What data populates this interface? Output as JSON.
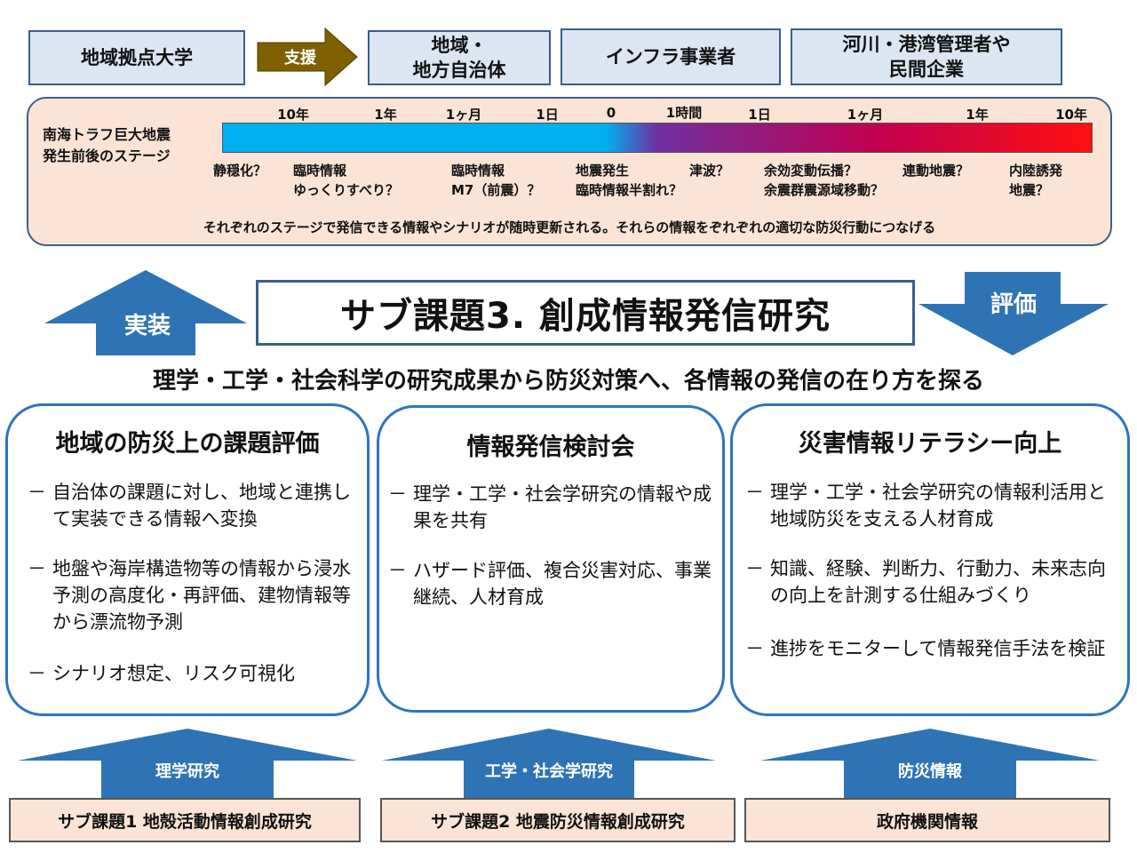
{
  "top_boxes": [
    {
      "label": "地域拠点大学"
    },
    {
      "label": "地域・\n地方自治体"
    },
    {
      "label": "インフラ事業者"
    },
    {
      "label": "河川・港湾管理者や\n民間企業"
    }
  ],
  "support_arrow": {
    "label": "支援"
  },
  "timeline": {
    "label": "南海トラフ巨大地震\n発生前後のステージ",
    "ticks": [
      "10年",
      "1年",
      "1ヶ月",
      "1日",
      "0",
      "1時間",
      "1日",
      "1ヶ月",
      "1年",
      "10年"
    ],
    "events": [
      "静穏化？",
      "臨時情報\nゆっくりすべり？",
      "臨時情報\nM7（前震）？",
      "地震発生\n臨時情報半割れ？",
      "津波？",
      "余効変動伝播？\n余震群震源域移動？",
      "連動地震？",
      "内陸誘発\n地震？"
    ],
    "note": "それぞれのステージで発信できる情報やシナリオが随時更新される。それらの情報をぞれぞれの適切な防災行動につなげる"
  },
  "arrows": {
    "implement": "実装",
    "evaluate": "評価"
  },
  "main_title": "サブ課題3. 創成情報発信研究",
  "subtitle": "理学・工学・社会科学の研究成果から防災対策へ、各情報の発信の在り方を探る",
  "cards": [
    {
      "title": "地域の防災上の課題評価",
      "items": [
        "自治体の課題に対し、地域と連携して実装できる情報へ変換",
        "地盤や海岸構造物等の情報から浸水予測の高度化・再評価、建物情報等から漂流物予測",
        "シナリオ想定、リスク可視化"
      ]
    },
    {
      "title": "情報発信検討会",
      "items": [
        "理学・工学・社会学研究の情報や成果を共有",
        "ハザード評価、複合災害対応、事業継続、人材育成"
      ]
    },
    {
      "title": "災害情報リテラシー向上",
      "items": [
        "理学・工学・社会学研究の情報利活用と地域防災を支える人材育成",
        "知識、経験、判断力、行動力、未来志向の向上を計測する仕組みづくり",
        "進捗をモニターして情報発信手法を検証"
      ]
    }
  ],
  "item_dash": "－",
  "bottom": [
    {
      "arrow_label": "理学研究",
      "box": "サブ課題1 地殻活動情報創成研究"
    },
    {
      "arrow_label": "工学・社会学研究",
      "box": "サブ課題2 地震防災情報創成研究"
    },
    {
      "arrow_label": "防災情報",
      "box": "政府機関情報"
    }
  ],
  "colors": {
    "arrow_blue": "#2e74b5",
    "support_arrow": "#7f6000",
    "box_blue": "#dbe6f2",
    "peach": "#fbe4d6"
  }
}
